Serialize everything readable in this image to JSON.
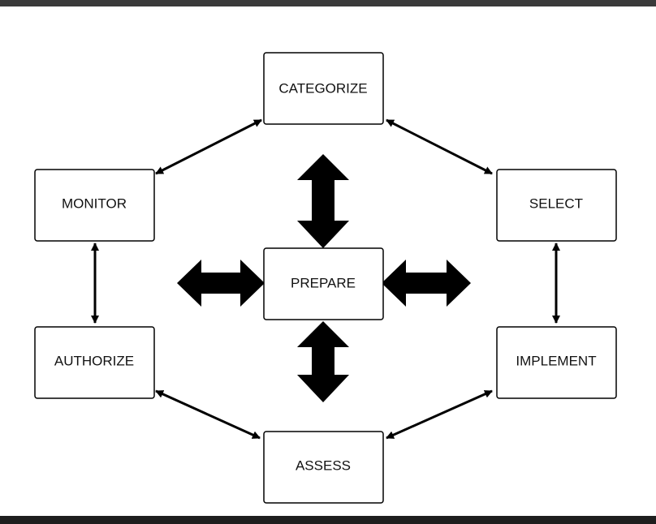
{
  "diagram": {
    "nodes": {
      "categorize": "CATEGORIZE",
      "select": "SELECT",
      "implement": "IMPLEMENT",
      "assess": "ASSESS",
      "authorize": "AUTHORIZE",
      "monitor": "MONITOR",
      "prepare": "PREPARE"
    },
    "edges": [
      {
        "from": "categorize",
        "to": "select",
        "style": "thin-double-arrow"
      },
      {
        "from": "select",
        "to": "implement",
        "style": "thin-double-arrow"
      },
      {
        "from": "implement",
        "to": "assess",
        "style": "thin-double-arrow"
      },
      {
        "from": "assess",
        "to": "authorize",
        "style": "thin-double-arrow"
      },
      {
        "from": "authorize",
        "to": "monitor",
        "style": "thin-double-arrow"
      },
      {
        "from": "monitor",
        "to": "categorize",
        "style": "thin-double-arrow"
      },
      {
        "from": "prepare",
        "to": "up",
        "style": "block-double-arrow"
      },
      {
        "from": "prepare",
        "to": "down",
        "style": "block-double-arrow"
      },
      {
        "from": "prepare",
        "to": "left",
        "style": "block-double-arrow"
      },
      {
        "from": "prepare",
        "to": "right",
        "style": "block-double-arrow"
      }
    ]
  }
}
